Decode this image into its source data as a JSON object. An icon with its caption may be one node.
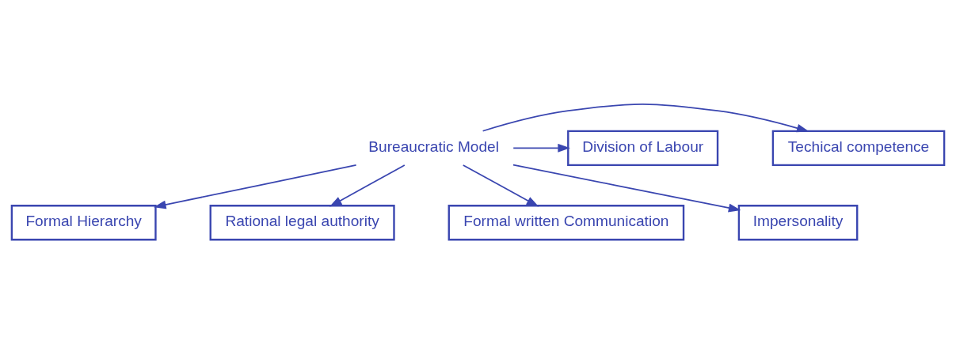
{
  "diagram": {
    "nodes": [
      {
        "text": [
          "Formal Hierarchy"
        ]
      },
      {
        "text": [
          "Techical competence"
        ]
      },
      {
        "text": [
          "Division of Labour"
        ]
      },
      {
        "text": [
          "Bureaucratic Model"
        ]
      },
      {
        "text": [
          "Rational legal authority"
        ]
      },
      {
        "text": [
          "Formal written Communication"
        ]
      },
      {
        "text": [
          "Impersonality"
        ]
      }
    ],
    "edges": [
      {
        "from": 3,
        "to": 0,
        "arrow": "to"
      },
      {
        "from": 3,
        "to": 1,
        "arrow": "to"
      },
      {
        "from": 3,
        "to": 2,
        "arrow": "to"
      },
      {
        "from": 3,
        "to": 4,
        "arrow": "to"
      },
      {
        "from": 3,
        "to": 6,
        "arrow": "to"
      },
      {
        "from": 3,
        "to": 5,
        "arrow": "to"
      }
    ]
  }
}
